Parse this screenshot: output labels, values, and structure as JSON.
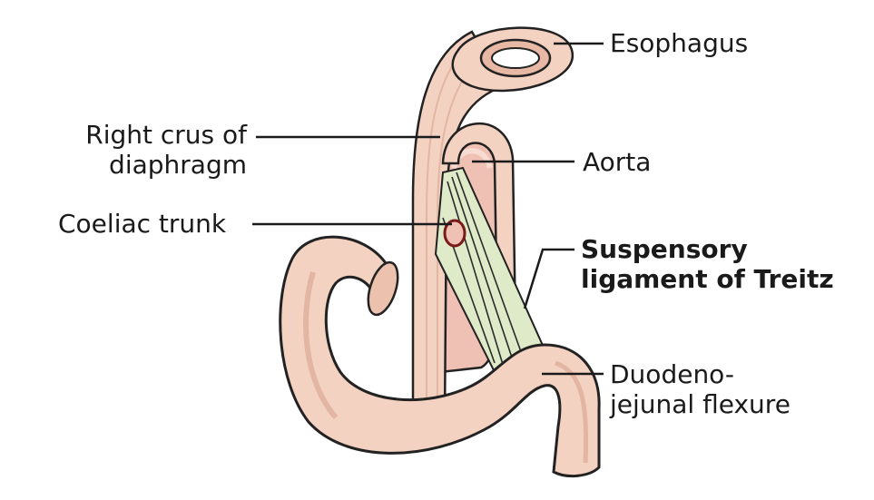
{
  "labels": {
    "esophagus": "Esophagus",
    "right_crus_line1": "Right crus of",
    "right_crus_line2": "diaphragm",
    "aorta": "Aorta",
    "coeliac_trunk": "Coeliac trunk",
    "suspensory_line1": "Suspensory",
    "suspensory_line2": "ligament of Treitz",
    "dj_flexure_line1": "Duodeno-",
    "dj_flexure_line2": "jejunal flexure"
  },
  "colors": {
    "skin": "#f3d2c2",
    "skin_dark": "#e2b6a2",
    "aorta": "#efc0b4",
    "ligament": "#dfeac8",
    "outline": "#222222",
    "vessel_ring": "#7a1a1a"
  }
}
